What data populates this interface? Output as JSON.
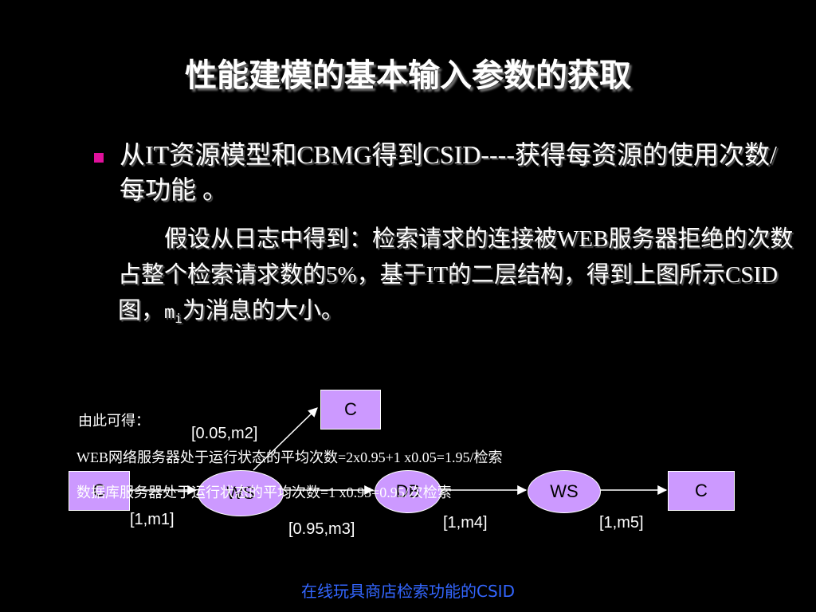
{
  "slide": {
    "title": "性能建模的基本输入参数的获取",
    "bullet": "从IT资源模型和CBMG得到CSID----获得每资源的使用次数/每功能 。",
    "para_part1": "        假设从日志中得到：检索请求的连接被WEB服务器拒绝的次数占整个检索请求数的5%，基于IT的二层结构，得到上图所示CSID图，",
    "para_m": "m",
    "para_sub": "i",
    "para_part2": "为消息的大小。",
    "note_label": "由此可得：",
    "note_line1": "WEB网络服务器处于运行状态的平均次数=2x0.95+1 x0.05=1.95/检索",
    "note_line2": "数据库服务器处于运行状态的平均次数=1 x0.95=0.95/次检索",
    "caption": "在线玩具商店检索功能的CSID"
  },
  "diagram": {
    "nodes": {
      "c_start": "C",
      "ws1": "WS",
      "db": "DB",
      "ws2": "WS",
      "c_end": "C",
      "c_top": "C"
    },
    "edges": {
      "m1": "[1,m1]",
      "m2": "[0.05,m2]",
      "m3": "[0.95,m3]",
      "m4": "[1,m4]",
      "m5": "[1,m5]"
    },
    "colors": {
      "node_fill": "#cc99ff",
      "bullet": "#e0119c",
      "caption": "#3366ff"
    }
  }
}
